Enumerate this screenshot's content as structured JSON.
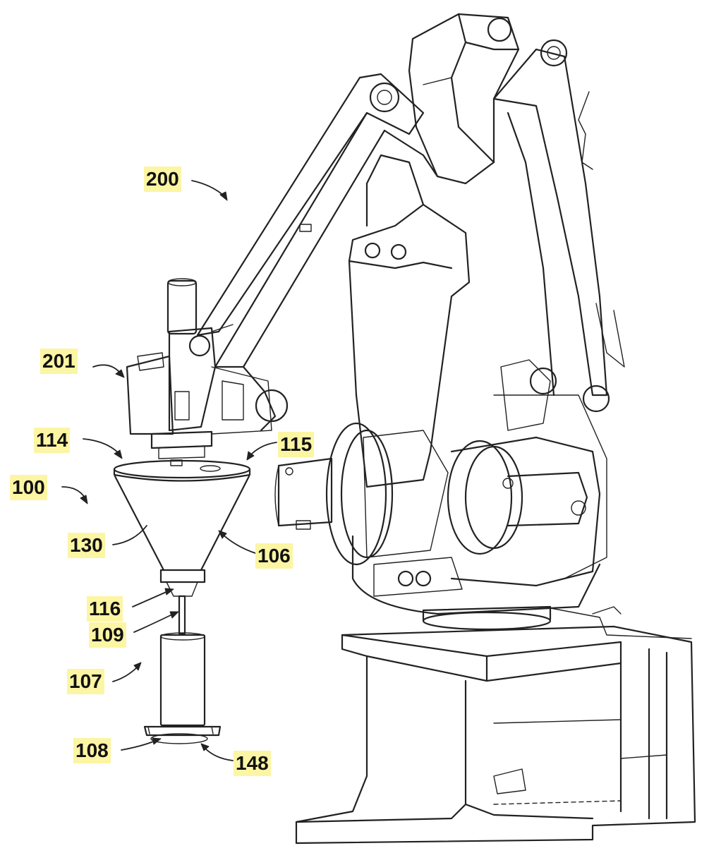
{
  "highlight_color": "#fcf5a3",
  "line_color": "#222222",
  "reference_numerals": {
    "n200": "200",
    "n201": "201",
    "n114": "114",
    "n115": "115",
    "n100": "100",
    "n130": "130",
    "n106": "106",
    "n116": "116",
    "n109": "109",
    "n107": "107",
    "n108": "108",
    "n148": "148"
  }
}
